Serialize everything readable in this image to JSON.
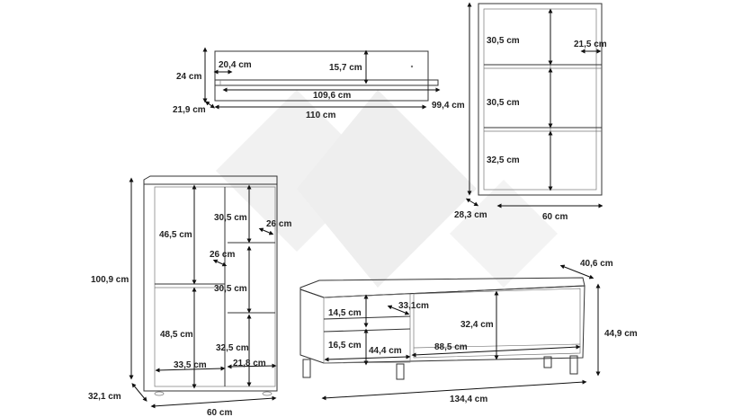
{
  "wall_shelf": {
    "height": "24 cm",
    "inner_offset": "20,4 cm",
    "back_height": "15,7 cm",
    "shelf_width": "109,6 cm",
    "depth": "21,9 cm",
    "width": "110 cm"
  },
  "wall_cabinet": {
    "height": "99,4 cm",
    "shelf_1": "30,5 cm",
    "depth_inner": "21,5 cm",
    "shelf_2": "30,5 cm",
    "shelf_3": "32,5 cm",
    "depth": "28,3 cm",
    "width": "60 cm"
  },
  "bookcase": {
    "height": "100,9 cm",
    "left_top": "46,5 cm",
    "right_top": "30,5 cm",
    "depth_right": "26 cm",
    "depth_left": "26 cm",
    "right_middle": "30,5 cm",
    "left_bottom": "48,5 cm",
    "right_bottom": "32,5 cm",
    "left_width": "33,5 cm",
    "right_width": "21,8 cm",
    "depth": "32,1 cm",
    "width": "60 cm"
  },
  "tv_unit": {
    "depth": "40,6 cm",
    "upper_compartment": "14,5 cm",
    "inner_depth": "33,1cm",
    "main_height": "32,4 cm",
    "lower_compartment": "16,5 cm",
    "left_width": "44,4 cm",
    "right_width": "88,5 cm",
    "height": "44,9 cm",
    "width": "134,4 cm"
  }
}
